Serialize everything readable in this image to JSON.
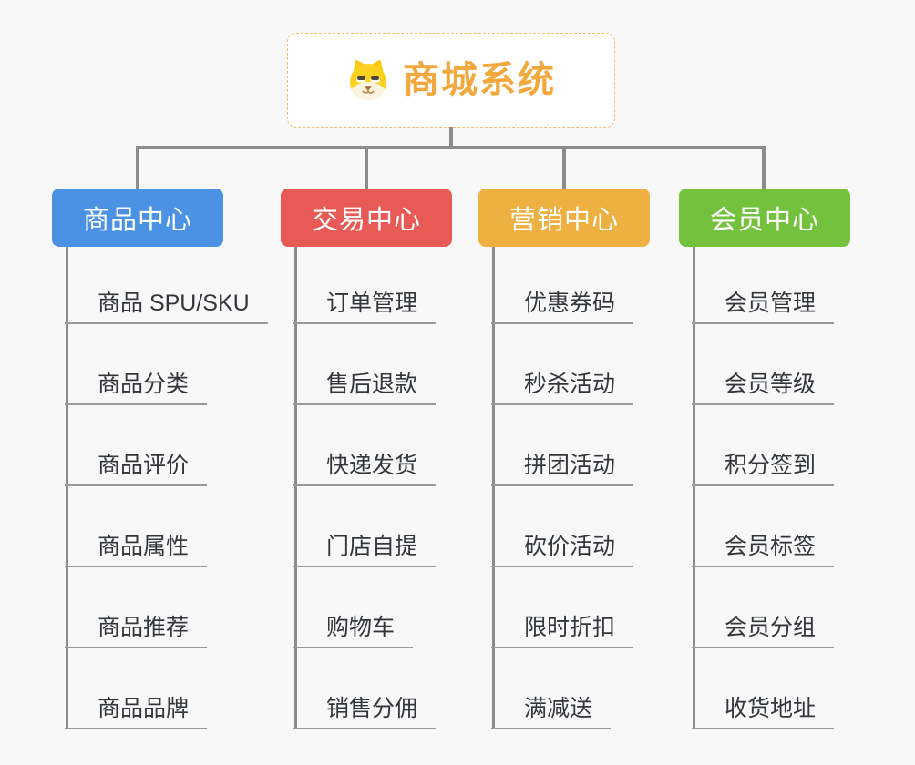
{
  "root": {
    "title": "商城系统",
    "icon": "doge-face-icon",
    "title_color": "#f2a83c",
    "border_color": "#f2bc6b"
  },
  "connector_color": "#8c8c8c",
  "branches": [
    {
      "label": "商品中心",
      "color": "#4b92e5",
      "items": [
        "商品 SPU/SKU",
        "商品分类",
        "商品评价",
        "商品属性",
        "商品推荐",
        "商品品牌"
      ]
    },
    {
      "label": "交易中心",
      "color": "#e85a56",
      "items": [
        "订单管理",
        "售后退款",
        "快递发货",
        "门店自提",
        "购物车",
        "销售分佣"
      ]
    },
    {
      "label": "营销中心",
      "color": "#edb041",
      "items": [
        "优惠券码",
        "秒杀活动",
        "拼团活动",
        "砍价活动",
        "限时折扣",
        "满减送"
      ]
    },
    {
      "label": "会员中心",
      "color": "#74c13d",
      "items": [
        "会员管理",
        "会员等级",
        "积分签到",
        "会员标签",
        "会员分组",
        "收货地址"
      ]
    }
  ]
}
